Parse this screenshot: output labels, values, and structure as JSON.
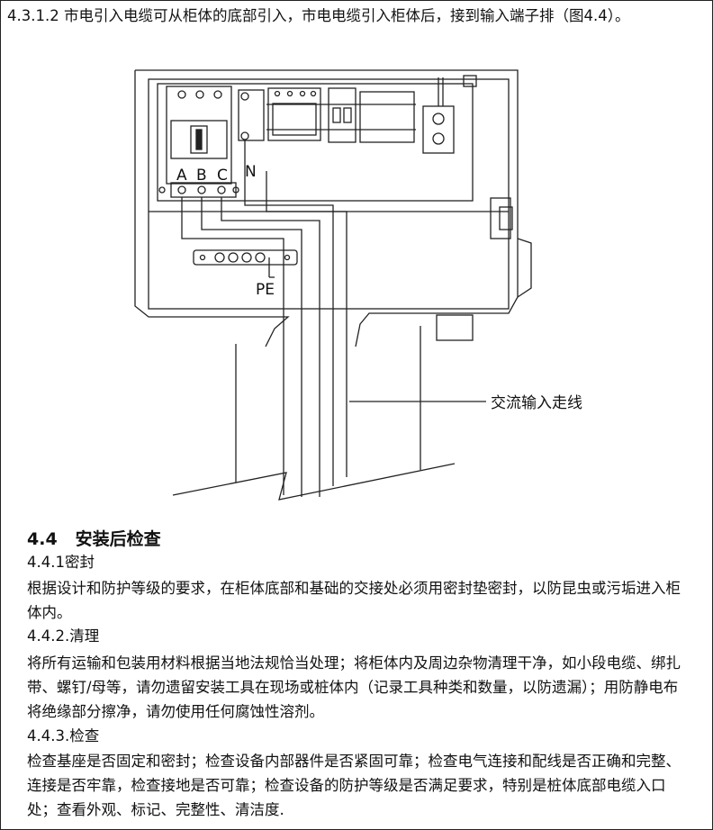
{
  "intro_text": "4.3.1.2 市电引入电缆可从柜体的底部引入，市电电缆引入柜体后，接到输入端子排（图4.4）。",
  "diagram": {
    "labels": {
      "a": "A",
      "b": "B",
      "c": "C",
      "n": "N",
      "pe": "PE",
      "ac_input": "交流输入走线"
    }
  },
  "section": {
    "number": "4.4",
    "title": "安装后检查",
    "items": [
      {
        "heading": "4.4.1密封",
        "text": "根据设计和防护等级的要求，在柜体底部和基础的交接处必须用密封垫密封，以防昆虫或污垢进入柜体内。"
      },
      {
        "heading": "4.4.2.清理",
        "text": "将所有运输和包装用材料根据当地法规恰当处理；将柜体内及周边杂物清理干净，如小段电缆、绑扎带、螺钉/母等，请勿遗留安装工具在现场或桩体内（记录工具种类和数量，以防遗漏）；用防静电布将绝缘部分擦净，请勿使用任何腐蚀性溶剂。"
      },
      {
        "heading": "4.4.3.检查",
        "text": "检查基座是否固定和密封；检查设备内部器件是否紧固可靠；检查电气连接和配线是否正确和完整、连接是否牢靠，检查接地是否可靠；检查设备的防护等级是否满足要求，特别是桩体底部电缆入口处；查看外观、标记、完整性、清洁度."
      }
    ]
  }
}
